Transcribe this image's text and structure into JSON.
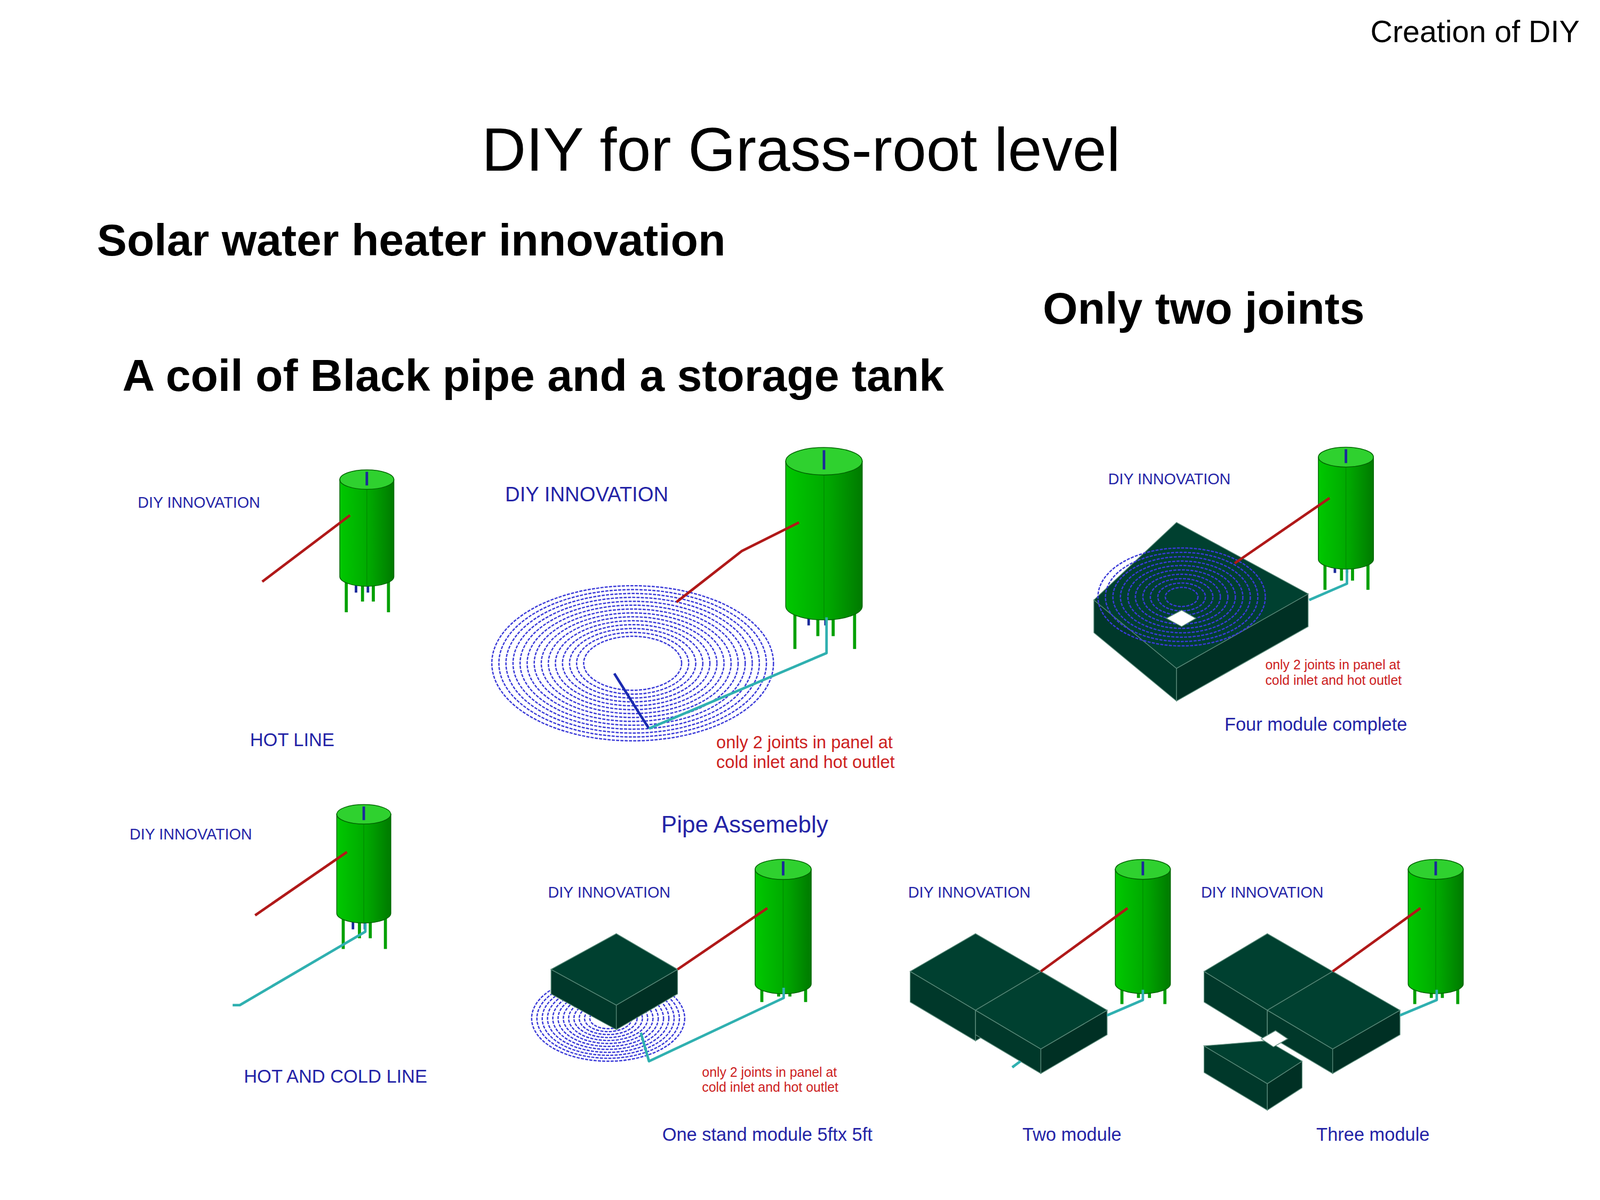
{
  "diagram": {
    "title": "DIY for Grass-root level",
    "labels": [
      "Creation of DIY",
      "Solar water heater innovation",
      "Only two joints",
      "A coil of Black pipe and a storage tank",
      "DIY INNOVATION",
      "DIY INNOVATION",
      "DIY INNOVATION",
      "only 2 joints in panel at cold inlet and hot outlet",
      "Four module complete",
      "HOT  LINE",
      "only 2 joints in panel at cold inlet and hot outlet",
      "DIY INNOVATION",
      "Pipe Assemebly",
      "DIY INNOVATION",
      "DIY INNOVATION",
      "DIY INNOVATION",
      "HOT AND COLD LINE",
      "only 2 joints in panel at cold inlet and hot outlet",
      "One stand  module 5ftx 5ft",
      "Two module",
      "Three module"
    ]
  }
}
